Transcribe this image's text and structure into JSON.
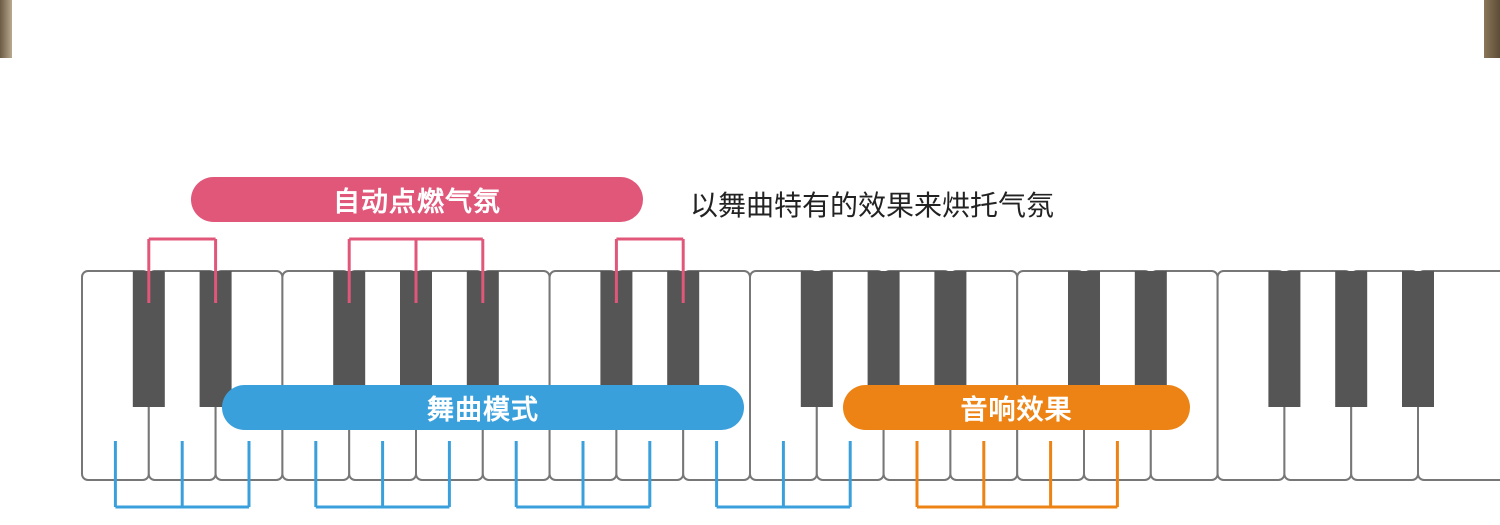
{
  "labels": {
    "auto_mood": "自动点燃气氛",
    "caption": "以舞曲特有的效果来烘托气氛",
    "dance_mode": "舞曲模式",
    "sound_effects": "音响效果"
  },
  "colors": {
    "red": "#e0577a",
    "blue": "#3aa0dc",
    "orange": "#ec8314",
    "white_key_border": "#777777",
    "black_key": "#555555"
  },
  "keyboard": {
    "white_key_count": 21,
    "black_key_positions": [
      0,
      1,
      3,
      4,
      5,
      7,
      8,
      10,
      11,
      12,
      14,
      15,
      17,
      18,
      19
    ]
  },
  "brackets": {
    "red": [
      [
        0,
        1
      ],
      [
        3,
        4,
        5
      ],
      [
        7,
        8
      ]
    ],
    "blue": [
      [
        0,
        1,
        2
      ],
      [
        3,
        4,
        5
      ],
      [
        6,
        7,
        8
      ],
      [
        9,
        10,
        11
      ]
    ],
    "orange": [
      [
        12,
        13,
        14,
        15
      ]
    ]
  }
}
